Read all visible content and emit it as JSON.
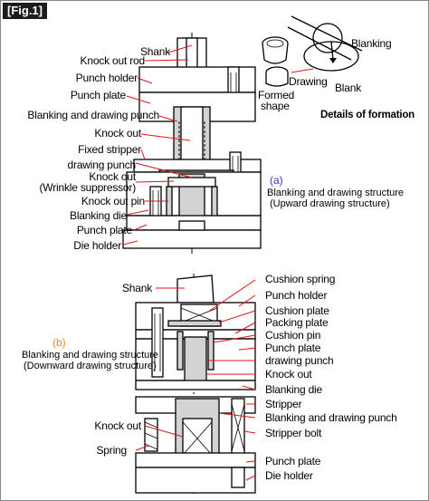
{
  "figure_tag": "[Fig.1]",
  "top": {
    "tag": "(a)",
    "caption_line1": "Blanking and drawing structure",
    "caption_line2": "(Upward drawing structure)",
    "labels": {
      "shank": "Shank",
      "knock_out_rod": "Knock out rod",
      "punch_holder": "Punch holder",
      "punch_plate": "Punch plate",
      "blanking_drawing_punch": "Blanking and drawing punch",
      "knock_out": "Knock out",
      "fixed_stripper": "Fixed stripper",
      "drawing_punch": "drawing punch",
      "knock_out_wrinkle_1": "Knock out",
      "knock_out_wrinkle_2": "(Wrinkle suppressor)",
      "knock_out_pin": "Knock out pin",
      "blanking_die": "Blanking die",
      "punch_plate_lower": "Punch plate",
      "die_holder": "Die holder"
    }
  },
  "formation": {
    "title": "Details of formation",
    "blanking": "Blanking",
    "drawing": "Drawing",
    "blank": "Blank",
    "formed_shape_1": "Formed",
    "formed_shape_2": "shape"
  },
  "bottom": {
    "tag": "(b)",
    "caption_line1": "Blanking and drawing structure",
    "caption_line2": "(Downward drawing structure)",
    "labels": {
      "shank": "Shank",
      "cushion_spring": "Cushion spring",
      "punch_holder": "Punch holder",
      "cushion_plate": "Cushion plate",
      "packing_plate": "Packing plate",
      "cushion_pin": "Cushion pin",
      "punch_plate": "Punch plate",
      "drawing_punch": "drawing punch",
      "knock_out": "Knock out",
      "blanking_die": "Blanking die",
      "stripper": "Stripper",
      "blanking_drawing_punch": "Blanking and drawing punch",
      "knock_out_left": "Knock out",
      "stripper_bolt": "Stripper bolt",
      "spring": "Spring",
      "punch_plate_lower": "Punch plate",
      "die_holder": "Die holder"
    }
  },
  "colors": {
    "leader": "#e0141a",
    "tag_a": "#3a3ac0",
    "tag_b": "#e08a1c",
    "section_fill": "#d3d3d3"
  }
}
